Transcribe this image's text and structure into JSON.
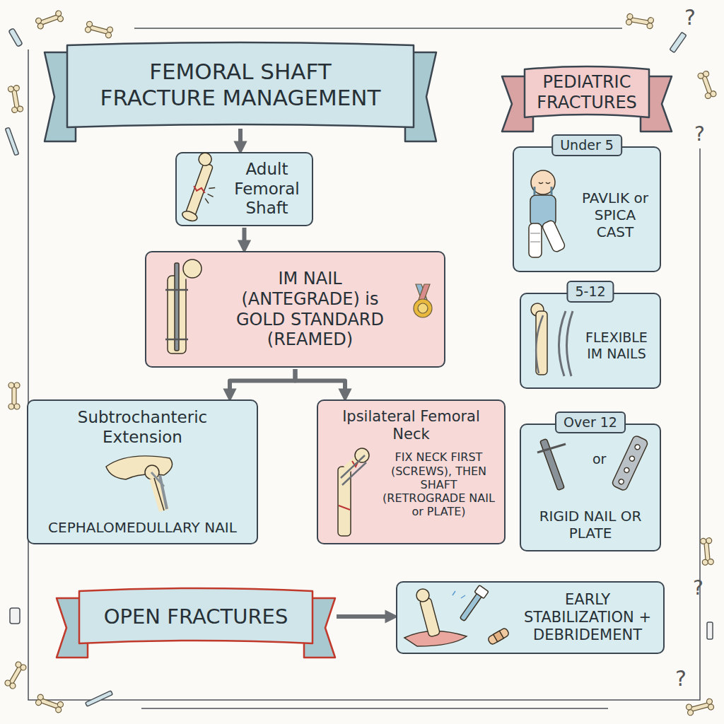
{
  "diagram": {
    "nodes": [
      {
        "text": [
          "FEMORAL SHAFT FRACTURE MANAGEMENT"
        ]
      },
      {
        "text": [
          "Adult Femoral Shaft"
        ]
      },
      {
        "text": [
          "IM NAIL (ANTEGRADE) is GOLD STANDARD (REAMED)"
        ]
      },
      {
        "text": [
          "Subtrochanteric Extension",
          "CEPHALOMEDULLARY NAIL"
        ]
      },
      {
        "text": [
          "Ipsilateral Femoral Neck",
          "FIX NECK FIRST (SCREWS), THEN SHAFT (RETROGRADE NAIL or PLATE)"
        ]
      },
      {
        "text": [
          "PEDIATRIC FRACTURES"
        ]
      },
      {
        "text": [
          "Under 5",
          "PAVLIK or SPICA CAST"
        ]
      },
      {
        "text": [
          "5-12",
          "FLEXIBLE IM NAILS"
        ]
      },
      {
        "text": [
          "Over 12",
          "RIGID NAIL OR PLATE"
        ]
      },
      {
        "text": [
          "OPEN FRACTURES"
        ]
      },
      {
        "text": [
          "EARLY STABILIZATION + DEBRIDEMENT"
        ]
      }
    ],
    "edges": [
      {
        "from": 0,
        "to": 1,
        "arrow": "to"
      },
      {
        "from": 1,
        "to": 2,
        "arrow": "to"
      },
      {
        "from": 2,
        "to": 3,
        "arrow": "to"
      },
      {
        "from": 2,
        "to": 4,
        "arrow": "to"
      },
      {
        "from": 9,
        "to": 10,
        "arrow": "to"
      }
    ],
    "labels": [
      "?",
      "?",
      "or",
      "?",
      "?"
    ]
  }
}
